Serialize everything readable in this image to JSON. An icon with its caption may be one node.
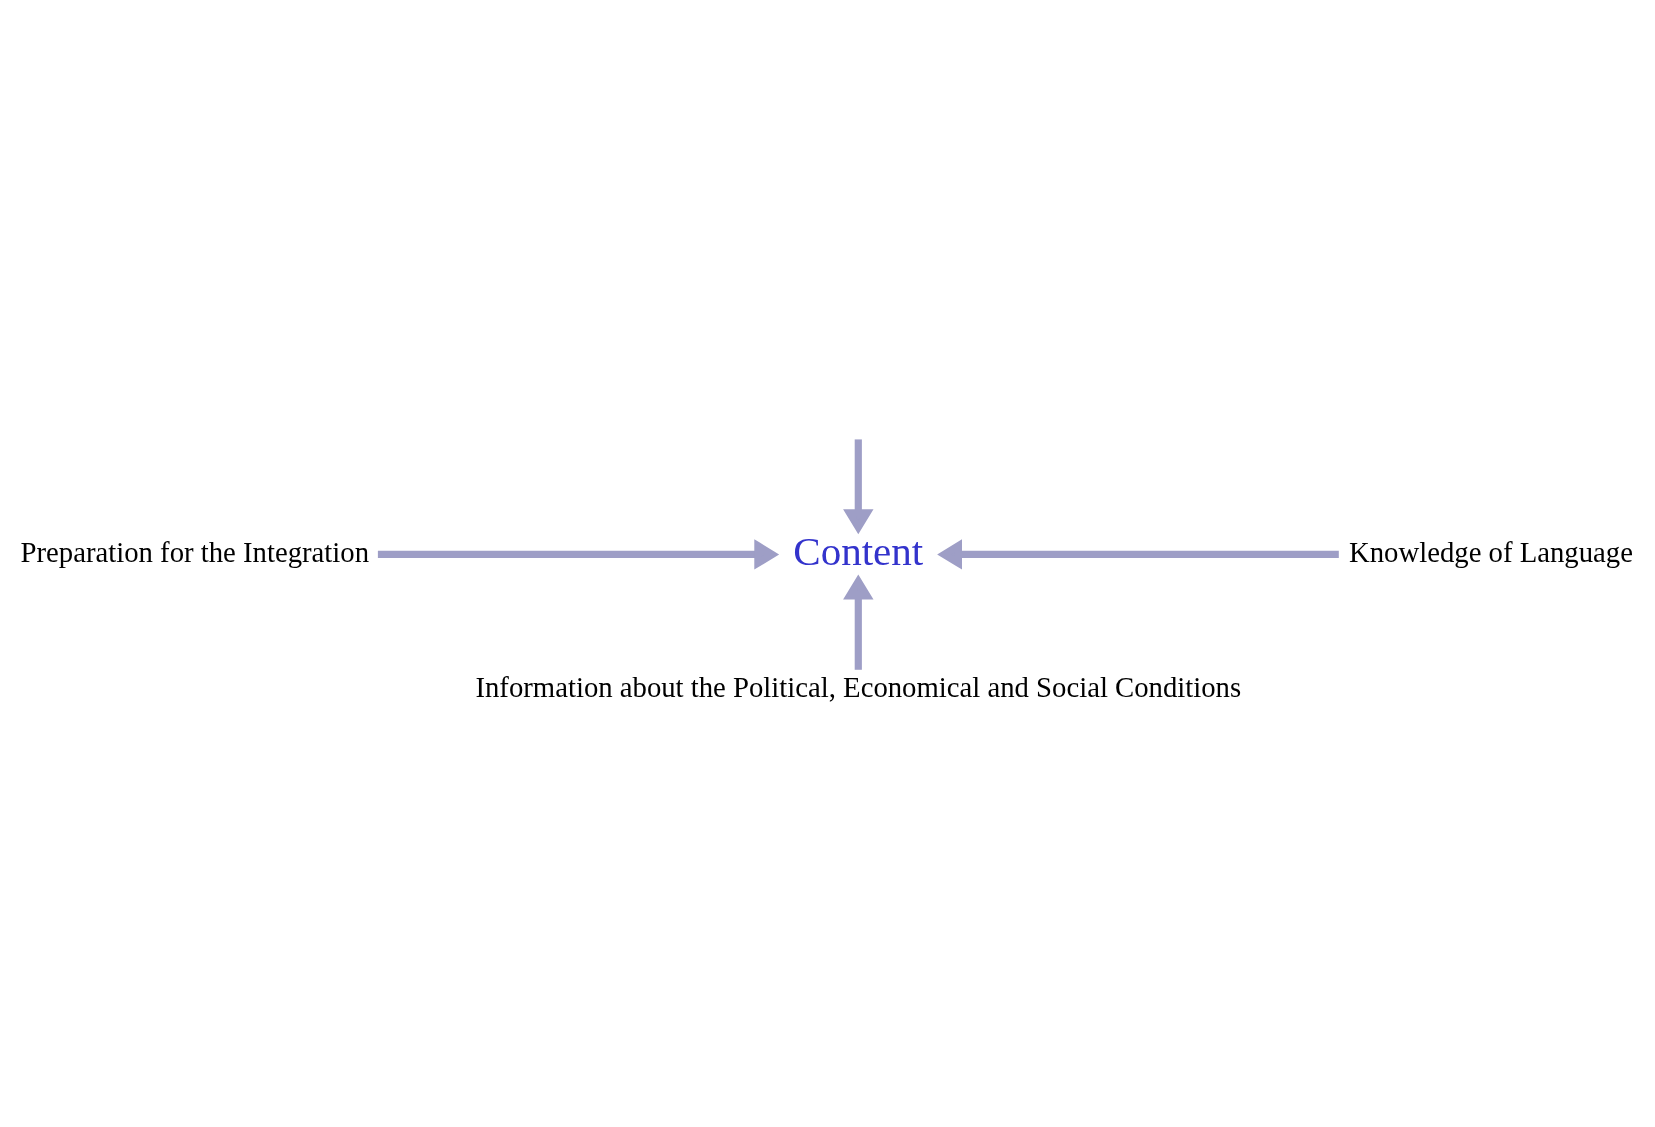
{
  "diagram": {
    "nodes": [
      {
        "text": [
          "Content"
        ]
      },
      {
        "text": [
          "Knowledge of Language"
        ]
      },
      {
        "text": [
          "Preparation for the Integration"
        ]
      },
      {
        "text": [
          "Information about the Political, Economical and Social Conditions"
        ]
      }
    ],
    "edges": [
      {
        "from": null,
        "to": 0,
        "arrow": "to"
      },
      {
        "from": 2,
        "to": 0,
        "arrow": "to"
      },
      {
        "from": 1,
        "to": 0,
        "arrow": "to"
      },
      {
        "from": 3,
        "to": 0,
        "arrow": "to"
      }
    ]
  }
}
